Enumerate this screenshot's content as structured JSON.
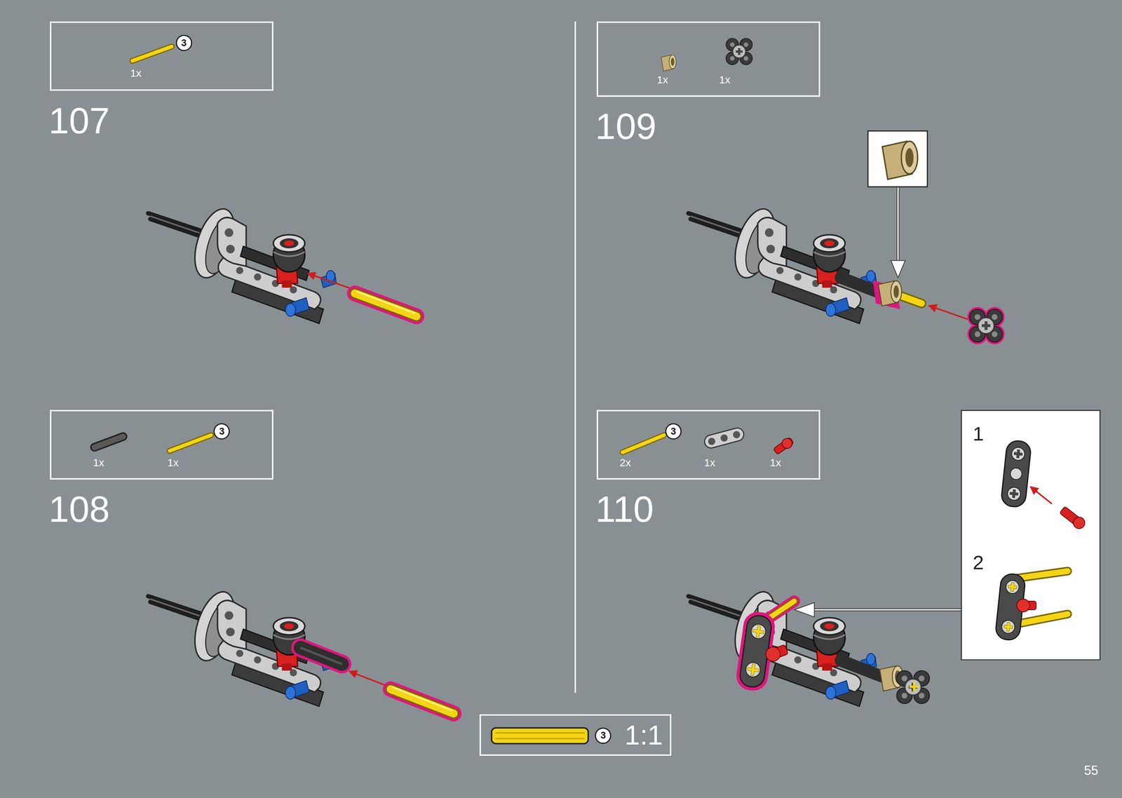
{
  "diagram": {
    "nodes": [
      {
        "text": [
          "3",
          "1x"
        ]
      },
      {
        "text": [
          "1x",
          "1x"
        ]
      },
      {
        "text": [
          "1x",
          "3",
          "1x"
        ]
      },
      {
        "text": [
          "3",
          "2x",
          "1x",
          "1x"
        ]
      },
      {
        "text": [
          "1",
          "2"
        ]
      },
      {
        "text": [
          "3",
          "1:1"
        ]
      }
    ],
    "labels": [
      "107",
      "109",
      "108",
      "110",
      "55"
    ]
  }
}
